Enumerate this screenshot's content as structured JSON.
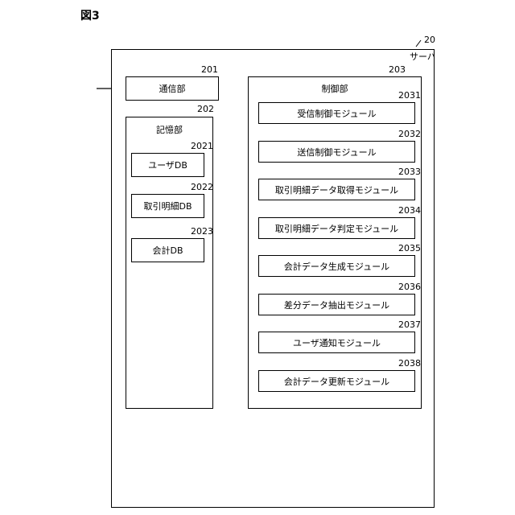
{
  "figure_label": "図3",
  "server": {
    "ref": "20",
    "label": "サーバ"
  },
  "comm": {
    "ref": "201",
    "label": "通信部"
  },
  "storage": {
    "ref": "202",
    "label": "記憶部",
    "dbs": [
      {
        "ref": "2021",
        "label": "ユーザDB"
      },
      {
        "ref": "2022",
        "label": "取引明細DB"
      },
      {
        "ref": "2023",
        "label": "会計DB"
      }
    ]
  },
  "control": {
    "ref": "203",
    "label": "制御部",
    "modules": [
      {
        "ref": "2031",
        "label": "受信制御モジュール"
      },
      {
        "ref": "2032",
        "label": "送信制御モジュール"
      },
      {
        "ref": "2033",
        "label": "取引明細データ取得モジュール"
      },
      {
        "ref": "2034",
        "label": "取引明細データ判定モジュール"
      },
      {
        "ref": "2035",
        "label": "会計データ生成モジュール"
      },
      {
        "ref": "2036",
        "label": "差分データ抽出モジュール"
      },
      {
        "ref": "2037",
        "label": "ユーザ通知モジュール"
      },
      {
        "ref": "2038",
        "label": "会計データ更新モジュール"
      }
    ]
  }
}
